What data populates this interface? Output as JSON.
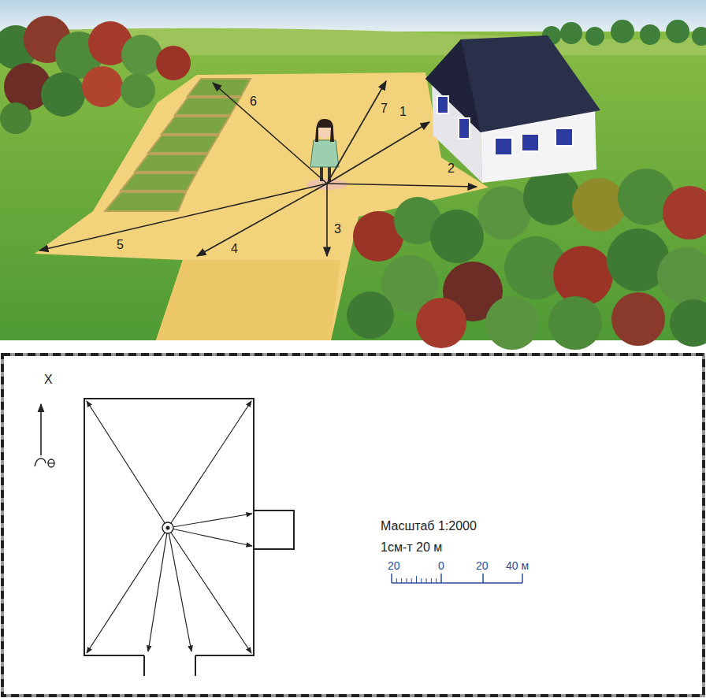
{
  "diagram": {
    "labels": [
      "1",
      "2",
      "3",
      "4",
      "5",
      "6",
      "7",
      "X",
      "Масштаб 1:2000",
      "1см-т 20 м",
      "20",
      "0",
      "20",
      "40 м"
    ]
  }
}
